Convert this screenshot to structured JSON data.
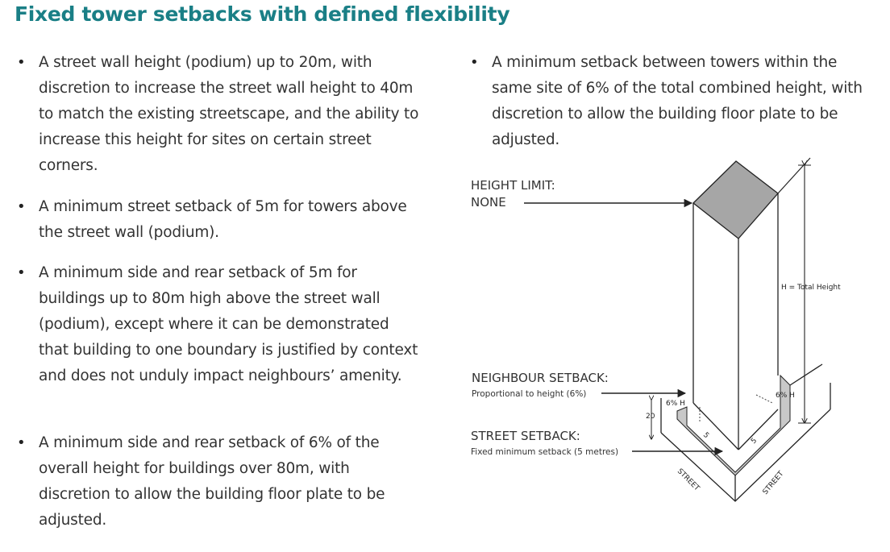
{
  "title": "Fixed tower setbacks with defined flexibility",
  "bullets": [
    {
      "text": "A street wall height (podium) up to 20m, with discretion to increase the street wall height to 40m to match the existing streetscape, and the ability to increase this height for sites on certain street corners."
    },
    {
      "text": "A minimum street setback of 5m for towers above the street wall (podium)."
    },
    {
      "text": "A minimum side and rear setback of 5m for buildings up to 80m high above the street wall (podium), except where it can be demonstrated that building to one boundary is justified by context and does not unduly impact neighbours’ amenity."
    },
    {
      "text": "A minimum side and rear setback of 6% of the overall height for buildings over 80m, with discretion to allow the building floor plate to be adjusted."
    },
    {
      "text": "A minimum setback between towers within the same site of 6% of the total combined height, with discretion to allow the building floor plate to be adjusted."
    }
  ],
  "bullet_symbol": "•",
  "diagram": {
    "height_limit_label": "HEIGHT LIMIT:",
    "height_limit_value": "NONE",
    "neighbour_setback_label": "NEIGHBOUR SETBACK:",
    "neighbour_setback_sub": "Proportional to height (6%)",
    "street_setback_label": "STREET SETBACK:",
    "street_setback_sub": "Fixed minimum setback (5 metres)",
    "total_height_label": "H = Total Height",
    "podium_height": "20",
    "setback_5_left": "5",
    "setback_5_right": "5",
    "setback_6pct_left": "6% H",
    "setback_6pct_right": "6% H",
    "street_left": "STREET",
    "street_right": "STREET"
  },
  "colors": {
    "title": "#1a7f86",
    "roof": "#a6a6a6",
    "setback_band": "#c8c8c8",
    "line": "#222222"
  }
}
